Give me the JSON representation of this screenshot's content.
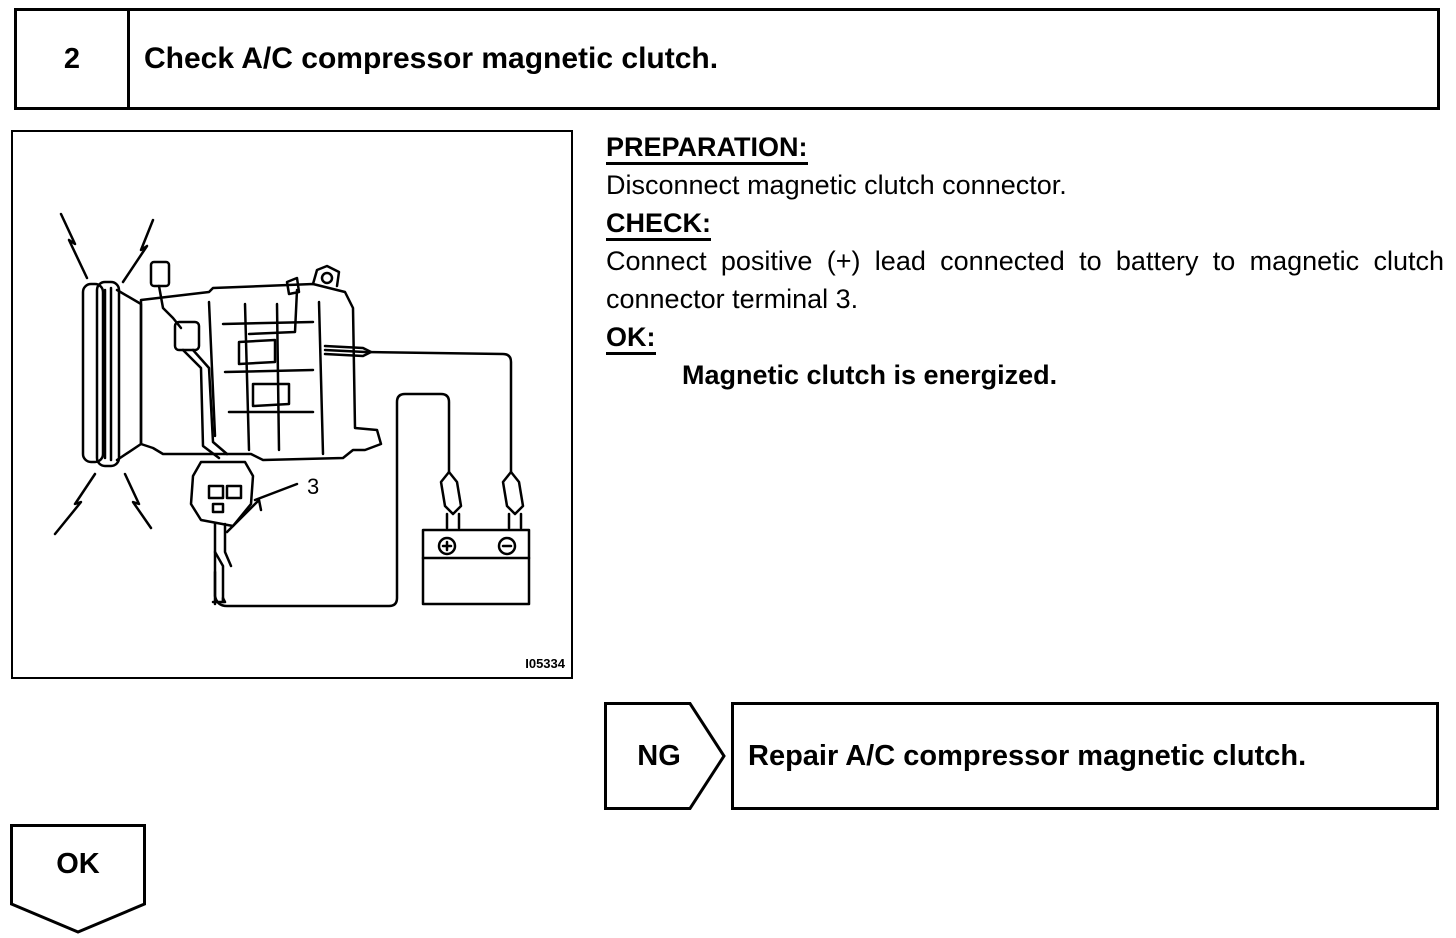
{
  "step": {
    "number": "2",
    "title": "Check A/C compressor magnetic clutch."
  },
  "figure": {
    "terminal_label": "3",
    "code": "I05334"
  },
  "instructions": {
    "preparation_heading": "PREPARATION:",
    "preparation_text": "Disconnect magnetic clutch connector.",
    "check_heading": "CHECK:",
    "check_text": "Connect positive (+) lead connected to battery to magnetic clutch connector terminal 3.",
    "ok_heading": "OK:",
    "ok_text": "Magnetic clutch is energized."
  },
  "ng": {
    "label": "NG",
    "action": "Repair A/C compressor magnetic clutch."
  },
  "ok": {
    "label": "OK"
  }
}
